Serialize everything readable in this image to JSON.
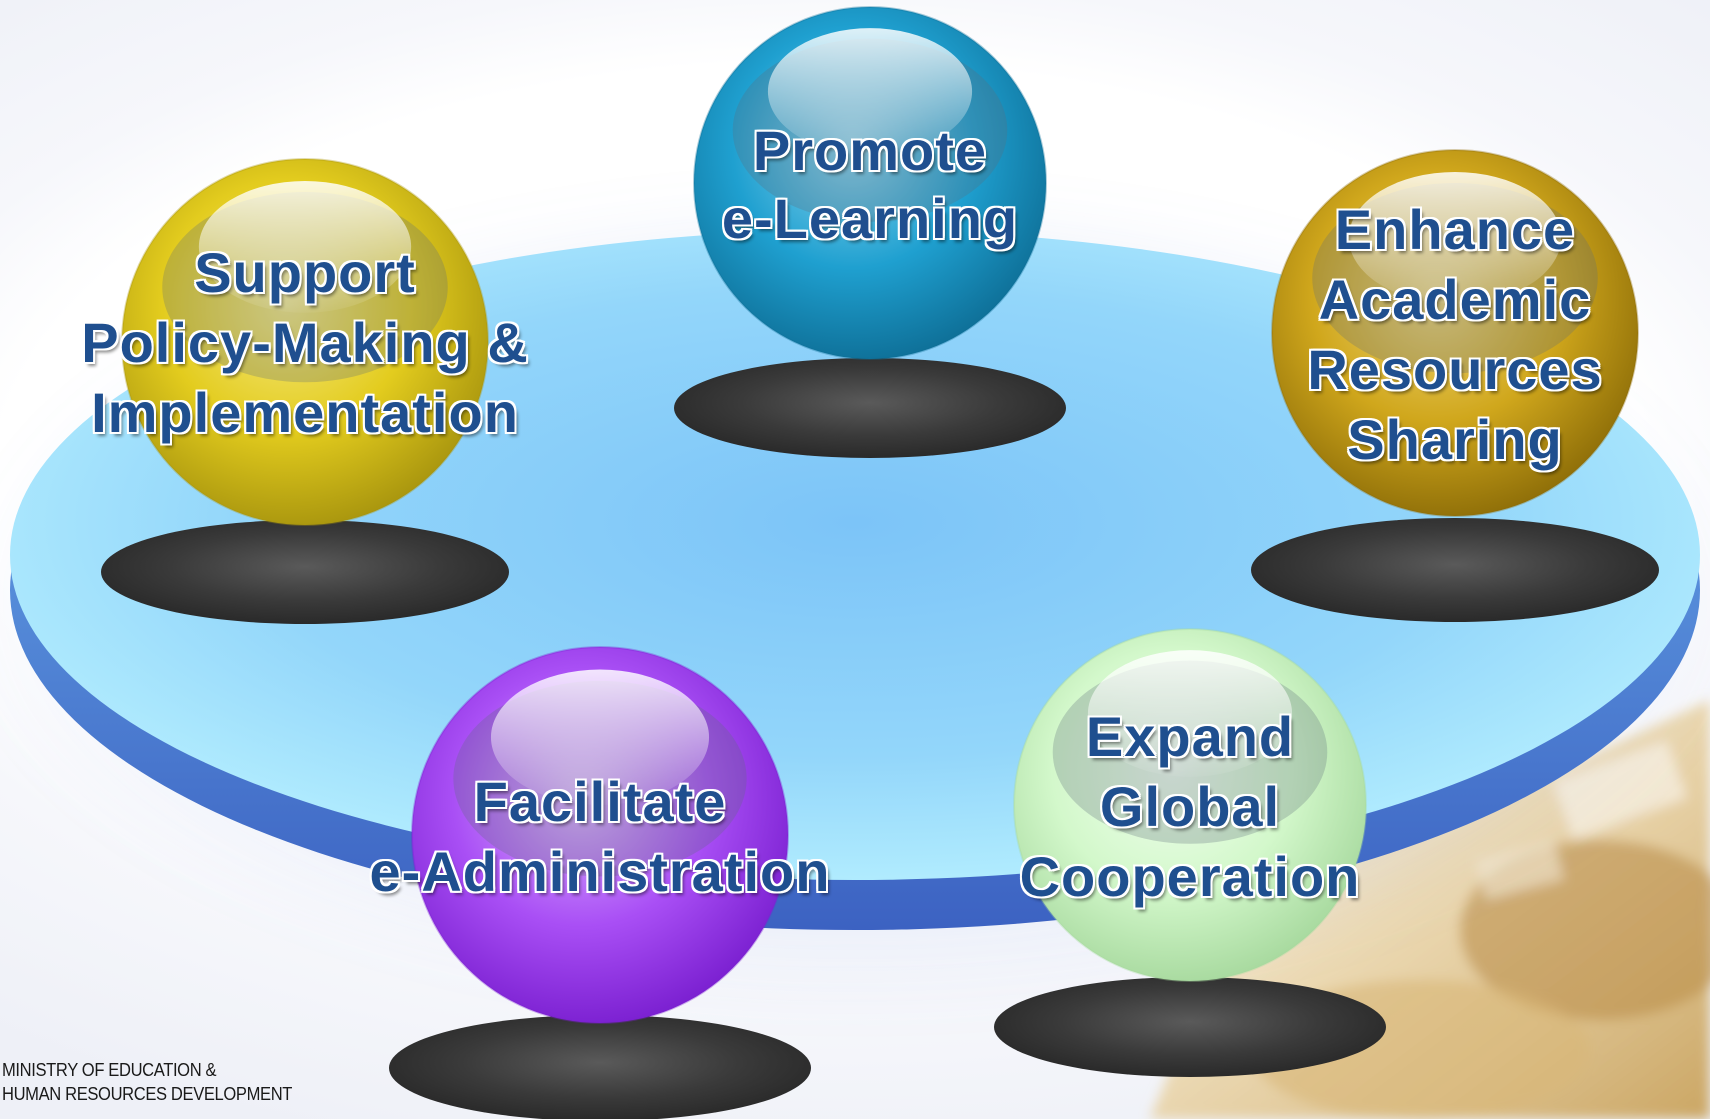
{
  "diagram": {
    "spheres": [
      {
        "key": "promote",
        "lines": [
          "Promote",
          "e-Learning"
        ],
        "color_main": "#1fa0d0",
        "color_light": "#8fd6ef",
        "color_dark": "#0e6f97"
      },
      {
        "key": "support",
        "lines": [
          "Support",
          "Policy-Making &",
          "Implementation"
        ],
        "color_main": "#e3cc1e",
        "color_light": "#f6ea86",
        "color_dark": "#a8950e"
      },
      {
        "key": "enhance",
        "lines": [
          "Enhance",
          "Academic",
          "Resources",
          "Sharing"
        ],
        "color_main": "#d0a71c",
        "color_light": "#f0d77c",
        "color_dark": "#8e6e08"
      },
      {
        "key": "facilitate",
        "lines": [
          "Facilitate",
          "e-Administration"
        ],
        "color_main": "#a94ff5",
        "color_light": "#dfb6ff",
        "color_dark": "#7a1fd0"
      },
      {
        "key": "expand",
        "lines": [
          "Expand",
          "Global",
          "Cooperation"
        ],
        "color_main": "#d3f8cb",
        "color_light": "#f2fff0",
        "color_dark": "#a7d99e"
      }
    ],
    "platform_colors": {
      "top_center": "#86c9f7",
      "top_edge": "#b6f0ff",
      "rim": "#5aa0e4",
      "rim_dark": "#3f6fc4"
    },
    "label_color": "#1f4f8f"
  },
  "footer": {
    "ministry_line1": "MINISTRY OF EDUCATION &",
    "ministry_line2": "HUMAN RESOURCES DEVELOPMENT"
  }
}
